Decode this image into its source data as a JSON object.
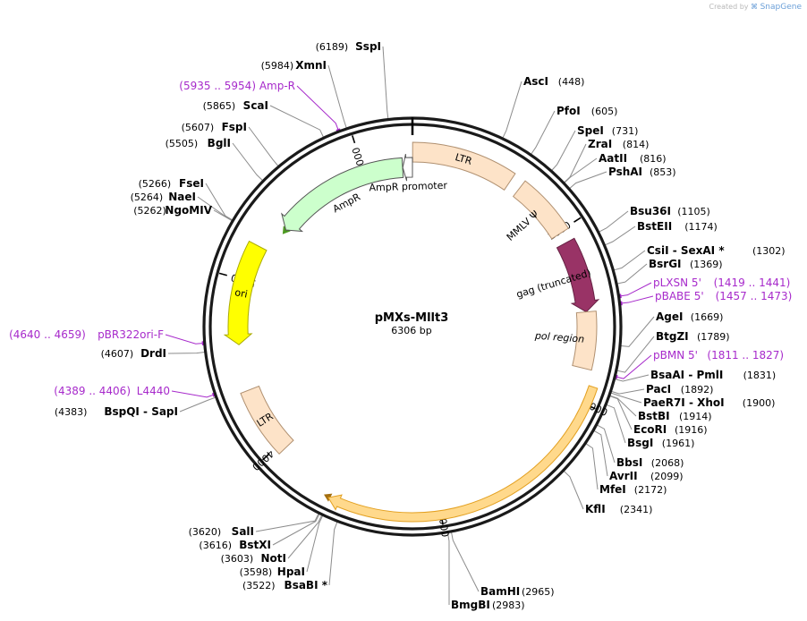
{
  "credit": {
    "created_by": "Created by",
    "brand": "SnapGene",
    "logo_icon": "snapgene-logo-icon"
  },
  "plasmid": {
    "name": "pMXs-Mllt3",
    "length_label": "6306 bp",
    "length": 6306
  },
  "scale_ticks": [
    {
      "pos": 1000,
      "label": "1000"
    },
    {
      "pos": 2000,
      "label": "2000"
    },
    {
      "pos": 3000,
      "label": "3000"
    },
    {
      "pos": 4000,
      "label": "4000"
    },
    {
      "pos": 5000,
      "label": "5000"
    },
    {
      "pos": 6000,
      "label": "6000"
    }
  ],
  "features": [
    {
      "name": "LTR",
      "label": "LTR",
      "start": 1,
      "end": 594,
      "dir": "fwd",
      "fill": "#fde3c8",
      "stroke": "#b09070",
      "arrow": false
    },
    {
      "name": "MMLV-psi",
      "label": "MMLV Ψ",
      "start": 661,
      "end": 1012,
      "dir": "fwd",
      "fill": "#fde3c8",
      "stroke": "#b09070",
      "arrow": false
    },
    {
      "name": "gag-truncated",
      "label": "gag (truncated)",
      "start": 1075,
      "end": 1492,
      "dir": "fwd",
      "fill": "#993366",
      "stroke": "#662244",
      "arrow": true
    },
    {
      "name": "pol-region",
      "label": "pol region",
      "start": 1492,
      "end": 1816,
      "dir": "fwd",
      "fill": "#fde3c8",
      "stroke": "#b09070",
      "arrow": false
    },
    {
      "name": "Mllt3",
      "label": "",
      "start": 1900,
      "end": 3612,
      "dir": "fwd",
      "fill": "#ffd98c",
      "stroke": "#e3a020",
      "arrow": true
    },
    {
      "name": "LTR-2",
      "label": "LTR",
      "start": 3964,
      "end": 4358,
      "dir": "fwd",
      "fill": "#fde3c8",
      "stroke": "#b09070",
      "arrow": false
    },
    {
      "name": "ori",
      "label": "ori",
      "start": 4625,
      "end": 5213,
      "dir": "rev",
      "fill": "#ffff00",
      "stroke": "#aaaa00",
      "arrow": true
    },
    {
      "name": "AmpR",
      "label": "AmpR",
      "start": 5384,
      "end": 6244,
      "dir": "rev",
      "fill": "#ccffcc",
      "stroke": "#555555",
      "arrow": true
    },
    {
      "name": "AmpR-promoter",
      "label": "AmpR promoter",
      "start": 6245,
      "end": 6306,
      "dir": "rev",
      "fill": "#ffffff",
      "stroke": "#555555",
      "arrow": true
    }
  ],
  "orf_arcs": [
    {
      "name": "AmpR-orf",
      "start": 5384,
      "end": 6241,
      "dir": "rev",
      "color": "#4c9a20"
    },
    {
      "name": "Mllt3-orf",
      "start": 1900,
      "end": 3612,
      "dir": "fwd",
      "color": "#a36e10"
    }
  ],
  "sites": [
    {
      "name": "SspI",
      "pos": 6189,
      "text": "SspI",
      "num": "(6189)",
      "type": "enzyme",
      "num_first": true
    },
    {
      "name": "XmnI",
      "pos": 5984,
      "text": "XmnI",
      "num": "(5984)",
      "type": "enzyme",
      "num_first": true
    },
    {
      "name": "Amp-R",
      "pos": 5944,
      "text": "Amp-R",
      "num": "(5935 .. 5954)",
      "type": "primer",
      "num_first": true
    },
    {
      "name": "ScaI",
      "pos": 5865,
      "text": "ScaI",
      "num": "(5865)",
      "type": "enzyme",
      "num_first": true
    },
    {
      "name": "FspI",
      "pos": 5607,
      "text": "FspI",
      "num": "(5607)",
      "type": "enzyme",
      "num_first": true
    },
    {
      "name": "BglI",
      "pos": 5505,
      "text": "BglI",
      "num": "(5505)",
      "type": "enzyme",
      "num_first": true
    },
    {
      "name": "FseI",
      "pos": 5266,
      "text": "FseI",
      "num": "(5266)",
      "type": "enzyme",
      "num_first": true
    },
    {
      "name": "NaeI",
      "pos": 5264,
      "text": "NaeI",
      "num": "(5264)",
      "type": "enzyme",
      "num_first": true
    },
    {
      "name": "NgoMIV",
      "pos": 5262,
      "text": "NgoMIV",
      "num": "(5262)",
      "type": "enzyme",
      "num_first": true
    },
    {
      "name": "pBR322ori-F",
      "pos": 4650,
      "text": "pBR322ori-F",
      "num": "(4640 .. 4659)",
      "type": "primer",
      "num_first": true
    },
    {
      "name": "DrdI",
      "pos": 4607,
      "text": "DrdI",
      "num": "(4607)",
      "type": "enzyme",
      "num_first": true
    },
    {
      "name": "L4440",
      "pos": 4398,
      "text": "L4440",
      "num": "(4389 .. 4406)",
      "type": "primer",
      "num_first": true
    },
    {
      "name": "BspQI-SapI",
      "pos": 4383,
      "text": "BspQI  - SapI",
      "num": "(4383)",
      "type": "enzyme",
      "num_first": true
    },
    {
      "name": "SalI",
      "pos": 3620,
      "text": "SalI",
      "num": "(3620)",
      "type": "enzyme",
      "num_first": true
    },
    {
      "name": "BstXI",
      "pos": 3616,
      "text": "BstXI",
      "num": "(3616)",
      "type": "enzyme",
      "num_first": true
    },
    {
      "name": "NotI",
      "pos": 3603,
      "text": "NotI",
      "num": "(3603)",
      "type": "enzyme",
      "num_first": true
    },
    {
      "name": "HpaI",
      "pos": 3598,
      "text": "HpaI",
      "num": "(3598)",
      "type": "enzyme",
      "num_first": true
    },
    {
      "name": "BsaBI",
      "pos": 3522,
      "text": "BsaBI *",
      "num": "(3522)",
      "type": "enzyme",
      "num_first": true
    },
    {
      "name": "BamHI",
      "pos": 2965,
      "text": "BamHI",
      "num": "(2965)",
      "type": "enzyme",
      "num_first": false
    },
    {
      "name": "BmgBI",
      "pos": 2983,
      "text": "BmgBI",
      "num": "(2983)",
      "type": "enzyme",
      "num_first": false
    },
    {
      "name": "AscI",
      "pos": 448,
      "text": "AscI",
      "num": "(448)",
      "type": "enzyme",
      "num_first": false
    },
    {
      "name": "PfoI",
      "pos": 605,
      "text": "PfoI",
      "num": "(605)",
      "type": "enzyme",
      "num_first": false
    },
    {
      "name": "SpeI",
      "pos": 731,
      "text": "SpeI",
      "num": "(731)",
      "type": "enzyme",
      "num_first": false
    },
    {
      "name": "ZraI",
      "pos": 814,
      "text": "ZraI",
      "num": "(814)",
      "type": "enzyme",
      "num_first": false
    },
    {
      "name": "AatII",
      "pos": 816,
      "text": "AatII",
      "num": "(816)",
      "type": "enzyme",
      "num_first": false
    },
    {
      "name": "PshAI",
      "pos": 853,
      "text": "PshAI",
      "num": "(853)",
      "type": "enzyme",
      "num_first": false
    },
    {
      "name": "Bsu36I",
      "pos": 1105,
      "text": "Bsu36I",
      "num": "(1105)",
      "type": "enzyme",
      "num_first": false
    },
    {
      "name": "BstEII",
      "pos": 1174,
      "text": "BstEII",
      "num": "(1174)",
      "type": "enzyme",
      "num_first": false
    },
    {
      "name": "CsiI-SexAI",
      "pos": 1302,
      "text": "CsiI  - SexAI *",
      "num": "(1302)",
      "type": "enzyme",
      "num_first": false
    },
    {
      "name": "BsrGI",
      "pos": 1369,
      "text": "BsrGI",
      "num": "(1369)",
      "type": "enzyme",
      "num_first": false
    },
    {
      "name": "pLXSN-5",
      "pos": 1430,
      "text": "pLXSN 5'",
      "num": "(1419 .. 1441)",
      "type": "primer",
      "num_first": false
    },
    {
      "name": "pBABE-5",
      "pos": 1465,
      "text": "pBABE 5'",
      "num": "(1457 .. 1473)",
      "type": "primer",
      "num_first": false
    },
    {
      "name": "AgeI",
      "pos": 1669,
      "text": "AgeI",
      "num": "(1669)",
      "type": "enzyme",
      "num_first": false
    },
    {
      "name": "BtgZI",
      "pos": 1789,
      "text": "BtgZI",
      "num": "(1789)",
      "type": "enzyme",
      "num_first": false
    },
    {
      "name": "pBMN-5",
      "pos": 1819,
      "text": "pBMN 5'",
      "num": "(1811 .. 1827)",
      "type": "primer",
      "num_first": false
    },
    {
      "name": "BsaAI-PmlI",
      "pos": 1831,
      "text": "BsaAI  - PmlI",
      "num": "(1831)",
      "type": "enzyme",
      "num_first": false
    },
    {
      "name": "PacI",
      "pos": 1892,
      "text": "PacI",
      "num": "(1892)",
      "type": "enzyme",
      "num_first": false
    },
    {
      "name": "PaeR7I-XhoI",
      "pos": 1900,
      "text": "PaeR7I  - XhoI",
      "num": "(1900)",
      "type": "enzyme",
      "num_first": false
    },
    {
      "name": "BstBI",
      "pos": 1914,
      "text": "BstBI",
      "num": "(1914)",
      "type": "enzyme",
      "num_first": false
    },
    {
      "name": "EcoRI",
      "pos": 1916,
      "text": "EcoRI",
      "num": "(1916)",
      "type": "enzyme",
      "num_first": false
    },
    {
      "name": "BsgI",
      "pos": 1961,
      "text": "BsgI",
      "num": "(1961)",
      "type": "enzyme",
      "num_first": false
    },
    {
      "name": "BbsI",
      "pos": 2068,
      "text": "BbsI",
      "num": "(2068)",
      "type": "enzyme",
      "num_first": false
    },
    {
      "name": "AvrII",
      "pos": 2099,
      "text": "AvrII",
      "num": "(2099)",
      "type": "enzyme",
      "num_first": false
    },
    {
      "name": "MfeI",
      "pos": 2172,
      "text": "MfeI",
      "num": "(2172)",
      "type": "enzyme",
      "num_first": false
    },
    {
      "name": "KflI",
      "pos": 2341,
      "text": "KflI",
      "num": "(2341)",
      "type": "enzyme",
      "num_first": false
    }
  ],
  "colors": {
    "backbone": "#1a1a1a",
    "primer": "#a72acb",
    "leader": "#8c8c8c"
  }
}
